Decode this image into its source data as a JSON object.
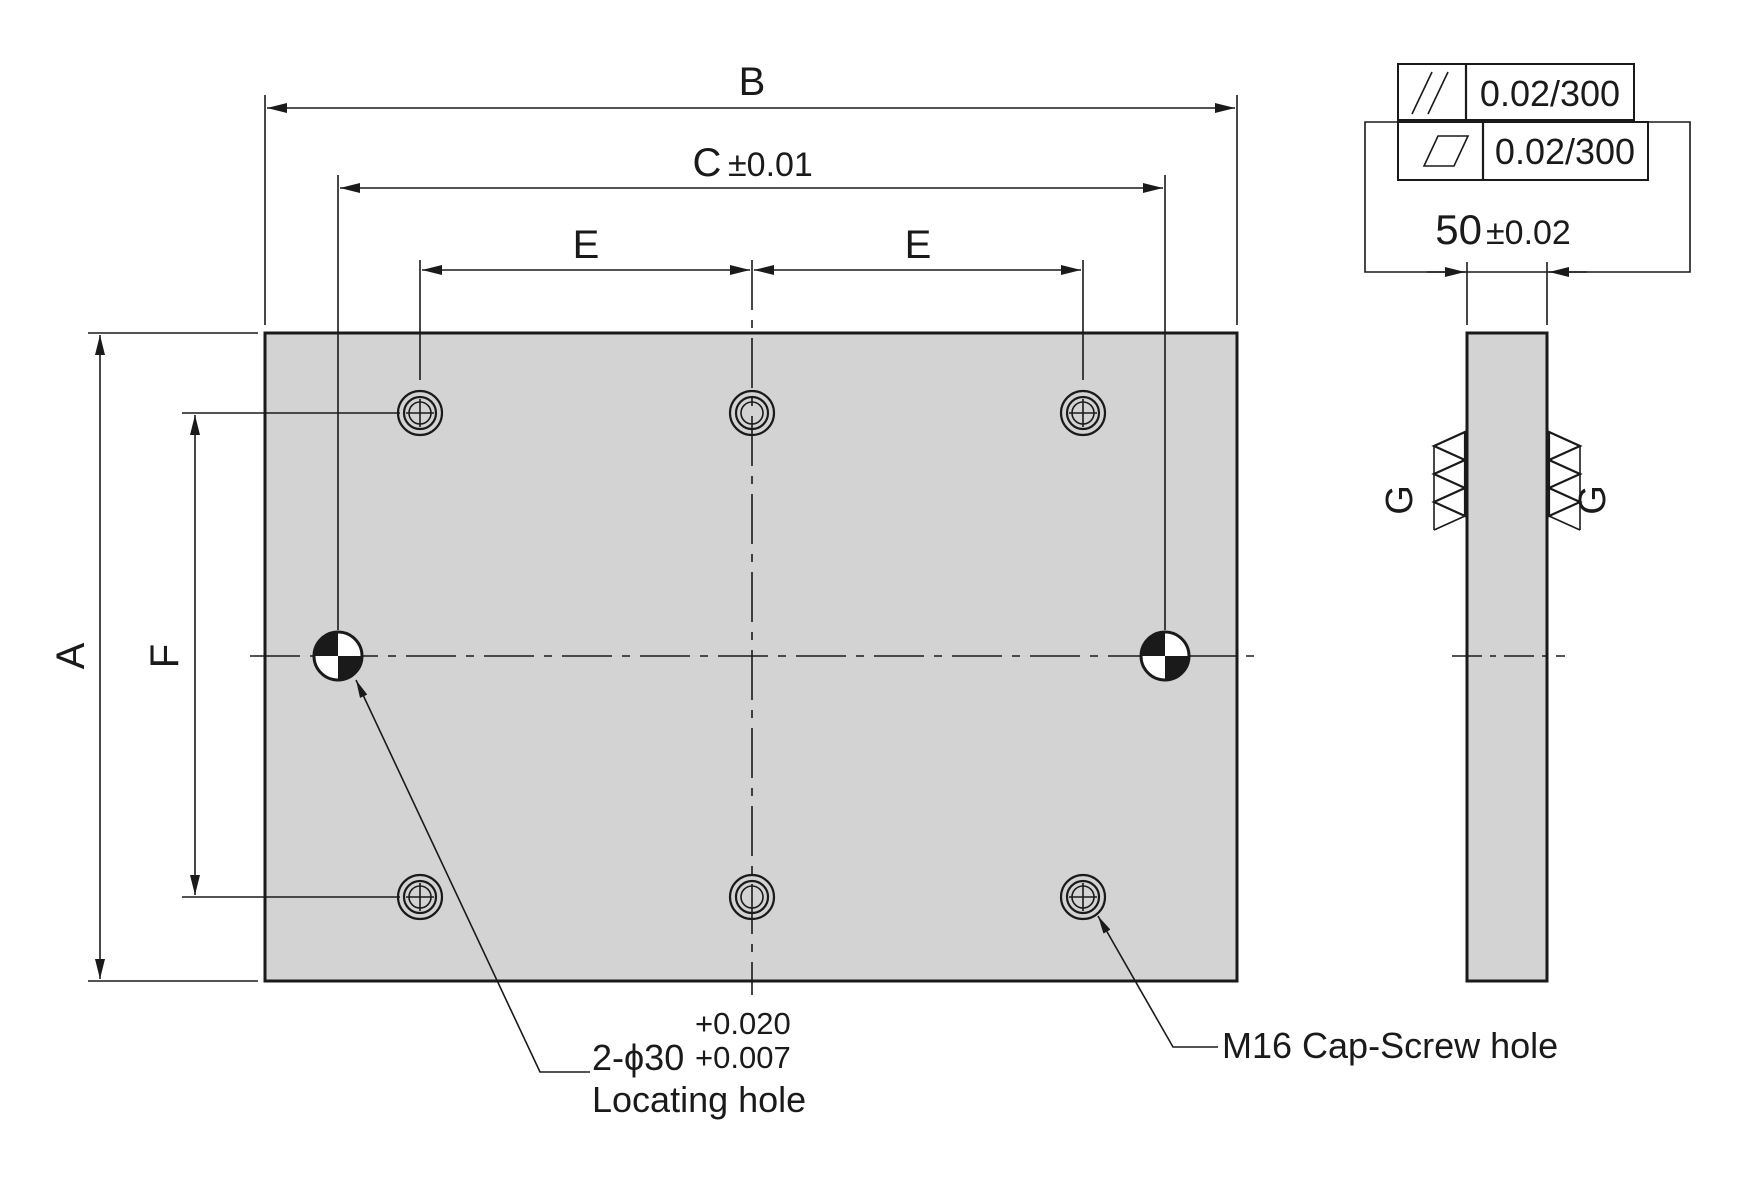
{
  "labels": {
    "b": "B",
    "c": "C",
    "c_tol": "±0.01",
    "e_left": "E",
    "e_right": "E",
    "a": "A",
    "f": "F",
    "thickness": "50",
    "thickness_tol": "±0.02",
    "g_left": "G",
    "g_right": "G"
  },
  "tolerance_frames": {
    "parallelism": {
      "symbol": "parallelism-symbol",
      "value": "0.02/300"
    },
    "flatness": {
      "symbol": "flatness-symbol",
      "value": "0.02/300"
    }
  },
  "callouts": {
    "locating_hole_prefix": "2-ϕ30",
    "locating_hole_upper_tol": "+0.020",
    "locating_hole_lower_tol": "+0.007",
    "locating_hole_name": "Locating hole",
    "cap_screw_hole": "M16 Cap-Screw hole"
  },
  "colors": {
    "plate_fill": "#d3d3d3",
    "line": "#1a1a1a",
    "background": "#ffffff"
  }
}
